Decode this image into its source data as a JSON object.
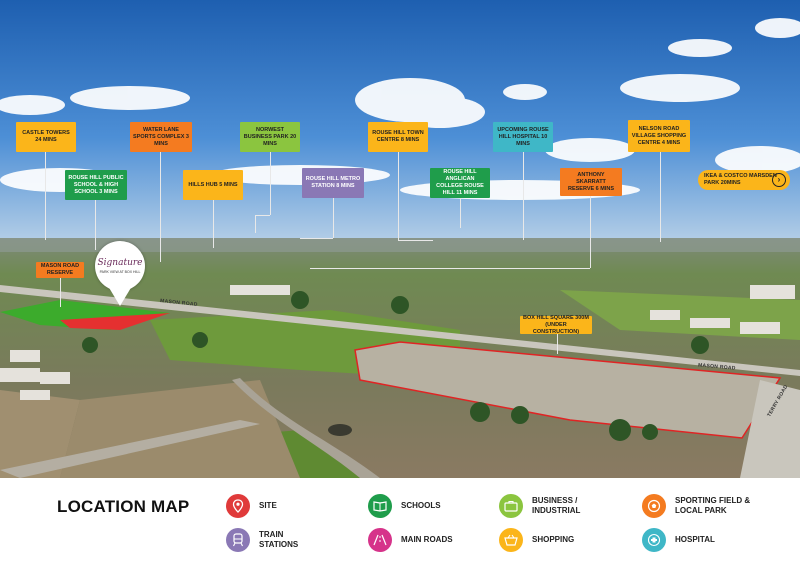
{
  "colors": {
    "orange": "#f47b20",
    "yellow": "#fbb51a",
    "green": "#1f9d4b",
    "lime": "#8bc53f",
    "purple": "#8a78b5",
    "teal": "#3fb7c7",
    "red": "#e03a3a",
    "magenta": "#d6338a"
  },
  "callouts": {
    "castle_towers": "CASTLE TOWERS 24 MINS",
    "rouse_hill_school": "ROUSE HILL PUBLIC SCHOOL & HIGH SCHOOL 3 MINS",
    "water_lane": "WATER LANE SPORTS COMPLEX 3 MINS",
    "hills_hub": "HILLS HUB 5 MINS",
    "norwest": "NORWEST BUSINESS PARK 20 MINS",
    "rouse_hill_metro": "ROUSE HILL METRO STATION 8 MINS",
    "rouse_hill_town": "ROUSE HILL TOWN CENTRE 8 MINS",
    "rouse_hill_anglican": "ROUSE HILL ANGLICAN COLLEGE ROUSE HILL 11 MINS",
    "upcoming_hospital": "UPCOMING ROUSE HILL HOSPITAL 10 MINS",
    "anthony_skarratt": "ANTHONY SKARRATT RESERVE 6 MINS",
    "nelson_road": "NELSON ROAD VILLAGE SHOPPING CENTRE 4 MINS",
    "ikea_costco": "IKEA & COSTCO MARSDEN PARK 20MINS",
    "mason_road_reserve": "MASON ROAD RESERVE",
    "box_hill_square": "BOX HILL SQUARE 300m (UNDER CONSTRUCTION)"
  },
  "badge": {
    "script": "Signature",
    "sub": "PARK VIEW AT BOX HILL"
  },
  "roads": {
    "mason_left": "MASON ROAD",
    "mason_right": "MASON ROAD",
    "terry": "TERRY ROAD"
  },
  "legend": {
    "title": "LOCATION MAP",
    "items": [
      {
        "label": "SITE",
        "icon": "map-pin-icon"
      },
      {
        "label": "TRAIN STATIONS",
        "icon": "train-icon"
      },
      {
        "label": "SCHOOLS",
        "icon": "book-icon"
      },
      {
        "label": "MAIN ROADS",
        "icon": "road-icon"
      },
      {
        "label": "BUSINESS / INDUSTRIAL",
        "icon": "briefcase-icon"
      },
      {
        "label": "SHOPPING",
        "icon": "shopping-basket-icon"
      },
      {
        "label": "SPORTING FIELD & LOCAL PARK",
        "icon": "soccer-ball-icon"
      },
      {
        "label": "HOSPITAL",
        "icon": "hospital-icon"
      }
    ]
  }
}
